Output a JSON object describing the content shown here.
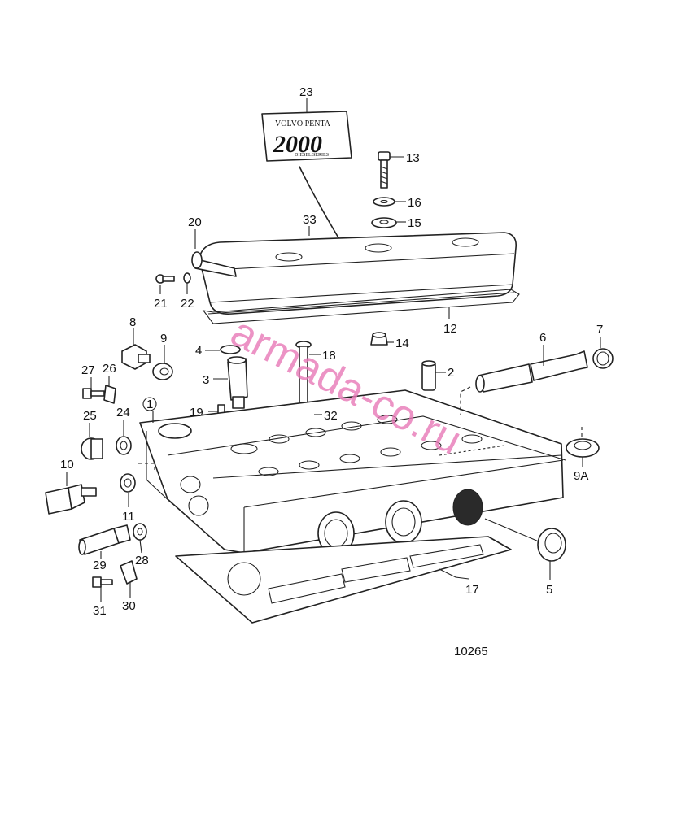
{
  "diagram": {
    "drawing_number": "10265",
    "watermark": "armada-co.ru",
    "logo": {
      "brand": "VOLVO PENTA",
      "series_number": "2000",
      "series_text": "DIESEL SERIES"
    },
    "callouts": [
      "23",
      "13",
      "16",
      "15",
      "20",
      "33",
      "21",
      "22",
      "14",
      "12",
      "8",
      "9",
      "4",
      "18",
      "3",
      "2",
      "6",
      "7",
      "27",
      "26",
      "19",
      "32",
      "1",
      "25",
      "24",
      "10",
      "11",
      "9A",
      "29",
      "28",
      "31",
      "30",
      "17",
      "5"
    ]
  }
}
